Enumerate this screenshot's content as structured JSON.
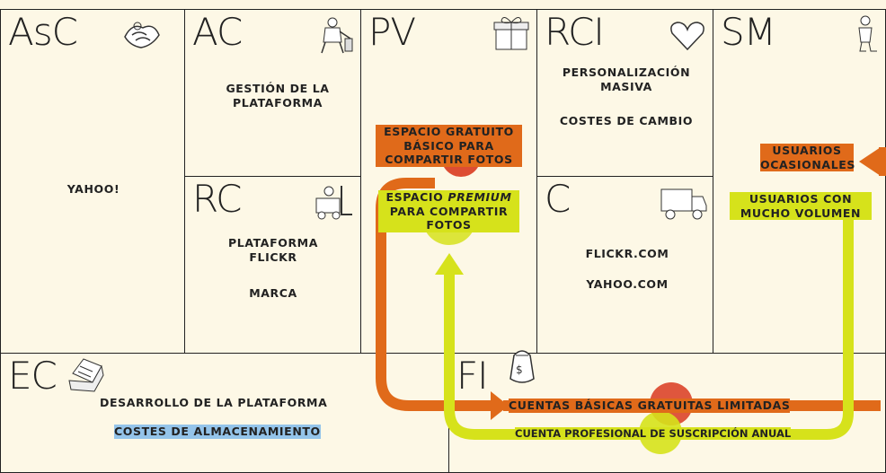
{
  "blocks": {
    "asc": {
      "code": "AsC",
      "items": [
        "YAHOO!"
      ]
    },
    "ac": {
      "code": "AC",
      "items": [
        "GESTIÓN DE LA PLATAFORMA"
      ]
    },
    "rc": {
      "code": "RC",
      "items": [
        "PLATAFORMA FLICKR",
        "MARCA"
      ]
    },
    "pv": {
      "code": "PV",
      "free": "ESPACIO GRATUITO BÁSICO PARA COMPARTIR FOTOS",
      "premium_pre": "ESPACIO ",
      "premium_em": "PREMIUM",
      "premium_post": " PARA COMPARTIR FOTOS"
    },
    "rci": {
      "code": "RCI",
      "items": [
        "PERSONALIZACIÓN MASIVA",
        "COSTES DE CAMBIO"
      ]
    },
    "c": {
      "code": "C",
      "items": [
        "FLICKR.COM",
        "YAHOO.COM"
      ]
    },
    "sm": {
      "code": "SM",
      "occasional": "USUARIOS OCASIONALES",
      "heavy": "USUARIOS CON MUCHO VOLUMEN"
    },
    "ec": {
      "code": "EC",
      "items": [
        "DESARROLLO DE LA PLATAFORMA",
        "COSTES DE ALMACENAMIENTO"
      ]
    },
    "fi": {
      "code": "FI",
      "free": "CUENTAS BÁSICAS GRATUITAS LIMITADAS",
      "pro": "CUENTA PROFESIONAL DE SUSCRIPCIÓN ANUAL"
    }
  },
  "colors": {
    "free_flow": "#e06a1a",
    "premium_flow": "#d6e21b",
    "cost_highlight": "#94c4ea"
  },
  "icons": [
    "handshake-icon",
    "worker-icon",
    "gift-icon",
    "heart-icon",
    "person-icon",
    "forklift-icon",
    "truck-icon",
    "cash-register-icon",
    "money-bag-icon"
  ]
}
